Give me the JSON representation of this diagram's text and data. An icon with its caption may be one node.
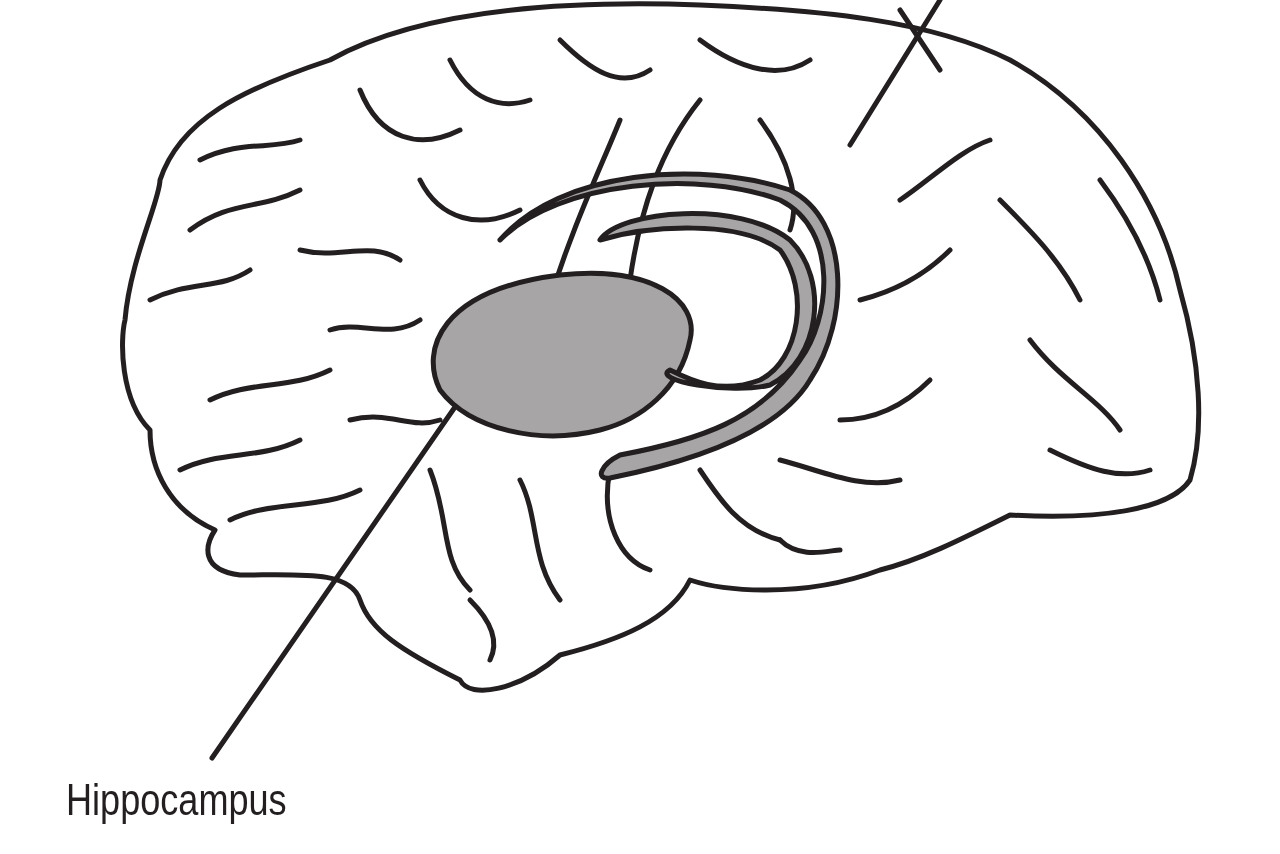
{
  "diagram": {
    "nodes": [
      {
        "text": [
          "Hippocampus"
        ]
      },
      {
        "text": [],
        "shape": "picture"
      }
    ],
    "edges": [
      {
        "from": 0,
        "to": 1,
        "arrow": "none"
      }
    ]
  }
}
